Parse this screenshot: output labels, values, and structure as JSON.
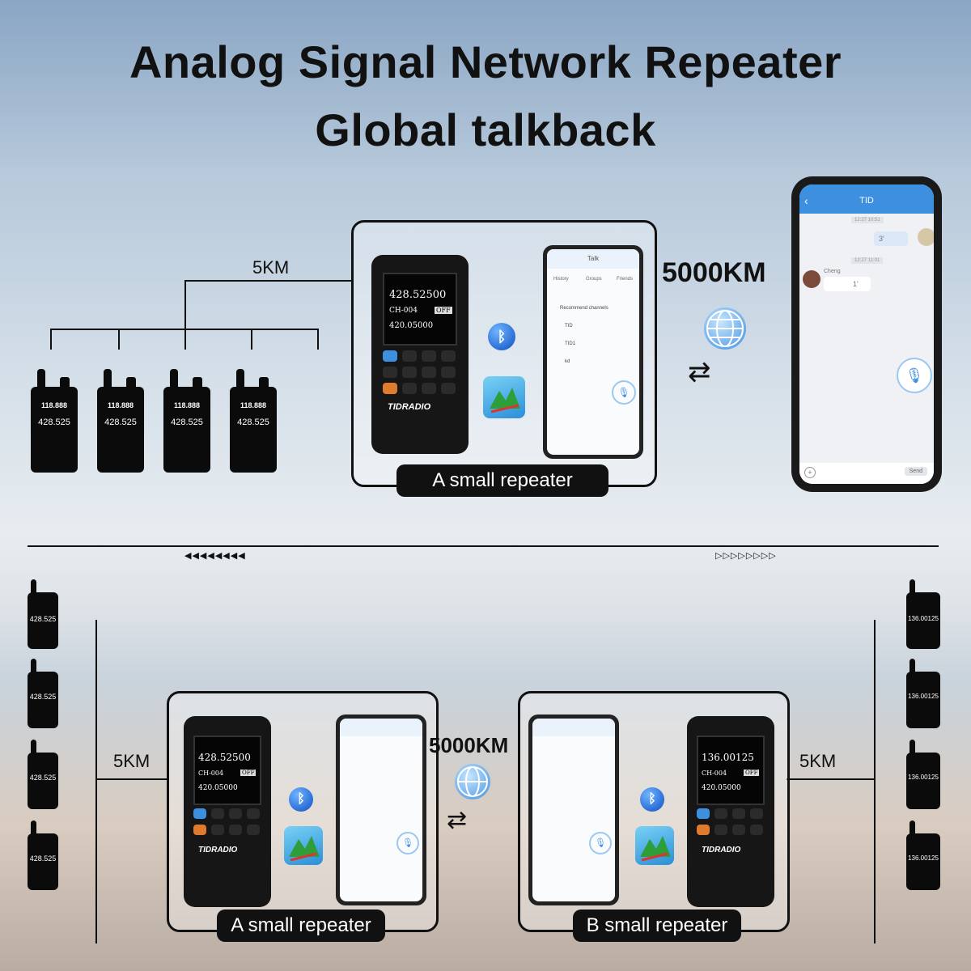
{
  "title": {
    "line1": "Analog Signal Network Repeater",
    "line2": "Global talkback"
  },
  "top": {
    "distance_label": "5KM",
    "far_label": "5000KM",
    "repeater_label": "A small repeater",
    "radios": [
      {
        "freq1": "118.888",
        "freq2": "428.525"
      },
      {
        "freq1": "118.888",
        "freq2": "428.525"
      },
      {
        "freq1": "118.888",
        "freq2": "428.525"
      },
      {
        "freq1": "118.888",
        "freq2": "428.525"
      }
    ],
    "device": {
      "freq_main": "428.52500",
      "channel": "CH-004",
      "freq_sub": "420.05000",
      "off": "OFF",
      "brand": "TIDRADIO"
    },
    "phone": {
      "app_title": "TID",
      "time1": "12:27 10:51",
      "voice1": "3'",
      "time2": "12:27 11:01",
      "sender": "Cheng",
      "voice2": "1'",
      "send": "Send"
    },
    "mini_app": {
      "title": "Talk",
      "tabs": [
        "History",
        "Groups",
        "Friends"
      ],
      "section": "Recommend channels",
      "items": [
        "TID",
        "TID1",
        "kd"
      ]
    }
  },
  "bottom": {
    "left_distance": "5KM",
    "right_distance": "5KM",
    "far_label": "5000KM",
    "repeater_a_label": "A small repeater",
    "repeater_b_label": "B small repeater",
    "left_radios": [
      "428.525",
      "428.525",
      "428.525",
      "428.525"
    ],
    "right_radios": [
      "136.00125",
      "136.00125",
      "136.00125",
      "136.00125"
    ],
    "device_a": {
      "freq_main": "428.52500",
      "channel": "CH-004",
      "freq_sub": "420.05000",
      "off": "OFF",
      "brand": "TIDRADIO"
    },
    "device_b": {
      "freq_main": "136.00125",
      "channel": "CH-004",
      "freq_sub": "420.05000",
      "off": "OFF",
      "brand": "TIDRADIO"
    }
  },
  "icons": {
    "bluetooth": "bluetooth-icon",
    "globe": "globe-icon",
    "mic": "microphone-icon",
    "swap": "swap-arrows-icon"
  }
}
